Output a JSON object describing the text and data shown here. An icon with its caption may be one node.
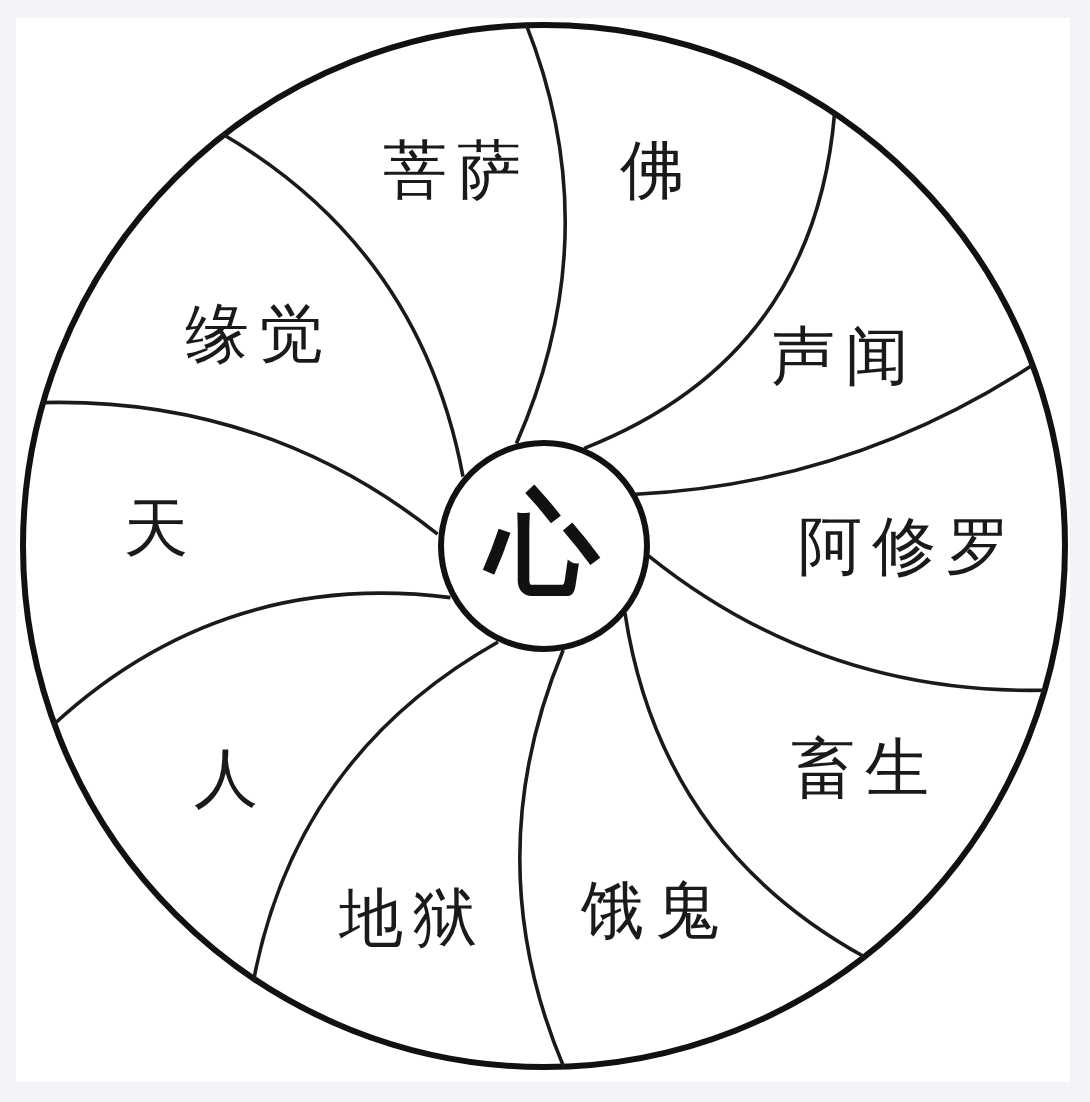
{
  "diagram": {
    "nodes": [
      {
        "text": [],
        "shape": "circle"
      },
      {
        "text": [
          "菩萨"
        ],
        "in": 0
      },
      {
        "text": [
          "佛"
        ],
        "in": 0
      },
      {
        "text": [
          "声闻"
        ],
        "in": 0
      },
      {
        "text": [
          "阿修罗"
        ],
        "in": 0
      },
      {
        "text": [
          "畜生"
        ],
        "in": 0
      },
      {
        "text": [
          "饿鬼"
        ],
        "in": 0
      },
      {
        "text": [
          "地狱"
        ],
        "in": 0
      },
      {
        "text": [
          "人"
        ],
        "in": 0
      },
      {
        "text": [
          "天"
        ],
        "in": 0
      },
      {
        "text": [
          "缘觉"
        ],
        "in": 0
      },
      {
        "text": [
          "心"
        ],
        "in": 0
      }
    ]
  }
}
